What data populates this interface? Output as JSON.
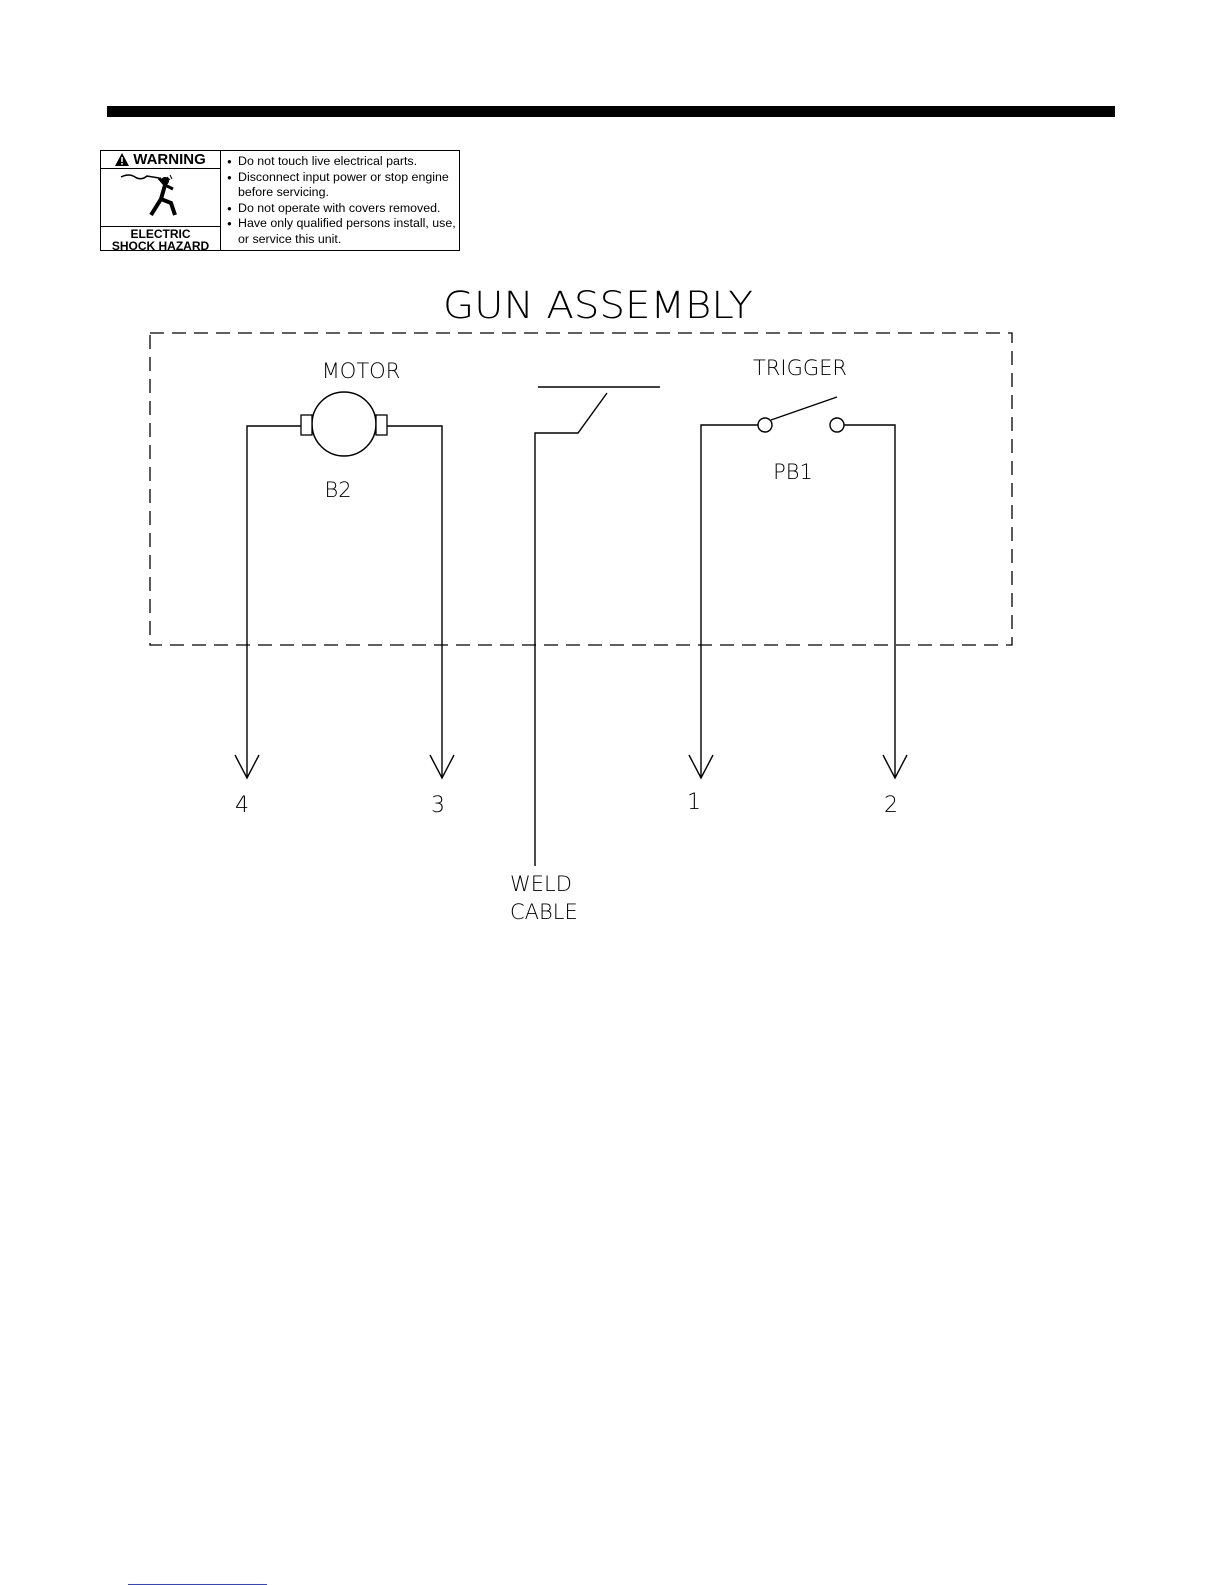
{
  "warning_label": {
    "header": "WARNING",
    "hazard_lines": [
      "ELECTRIC",
      "SHOCK HAZARD"
    ],
    "bullets": [
      "Do not touch live electrical parts.",
      "Disconnect input power or stop engine before servicing.",
      "Do not operate with covers removed.",
      "Have only qualified persons install, use, or service this unit."
    ]
  },
  "diagram": {
    "title": "GUN ASSEMBLY",
    "motor": {
      "label": "MOTOR",
      "designator": "B2"
    },
    "trigger": {
      "label": "TRIGGER",
      "designator": "PB1"
    },
    "weld_cable": {
      "lines": [
        "WELD",
        "CABLE"
      ]
    },
    "terminals": [
      "4",
      "3",
      "1",
      "2"
    ]
  }
}
